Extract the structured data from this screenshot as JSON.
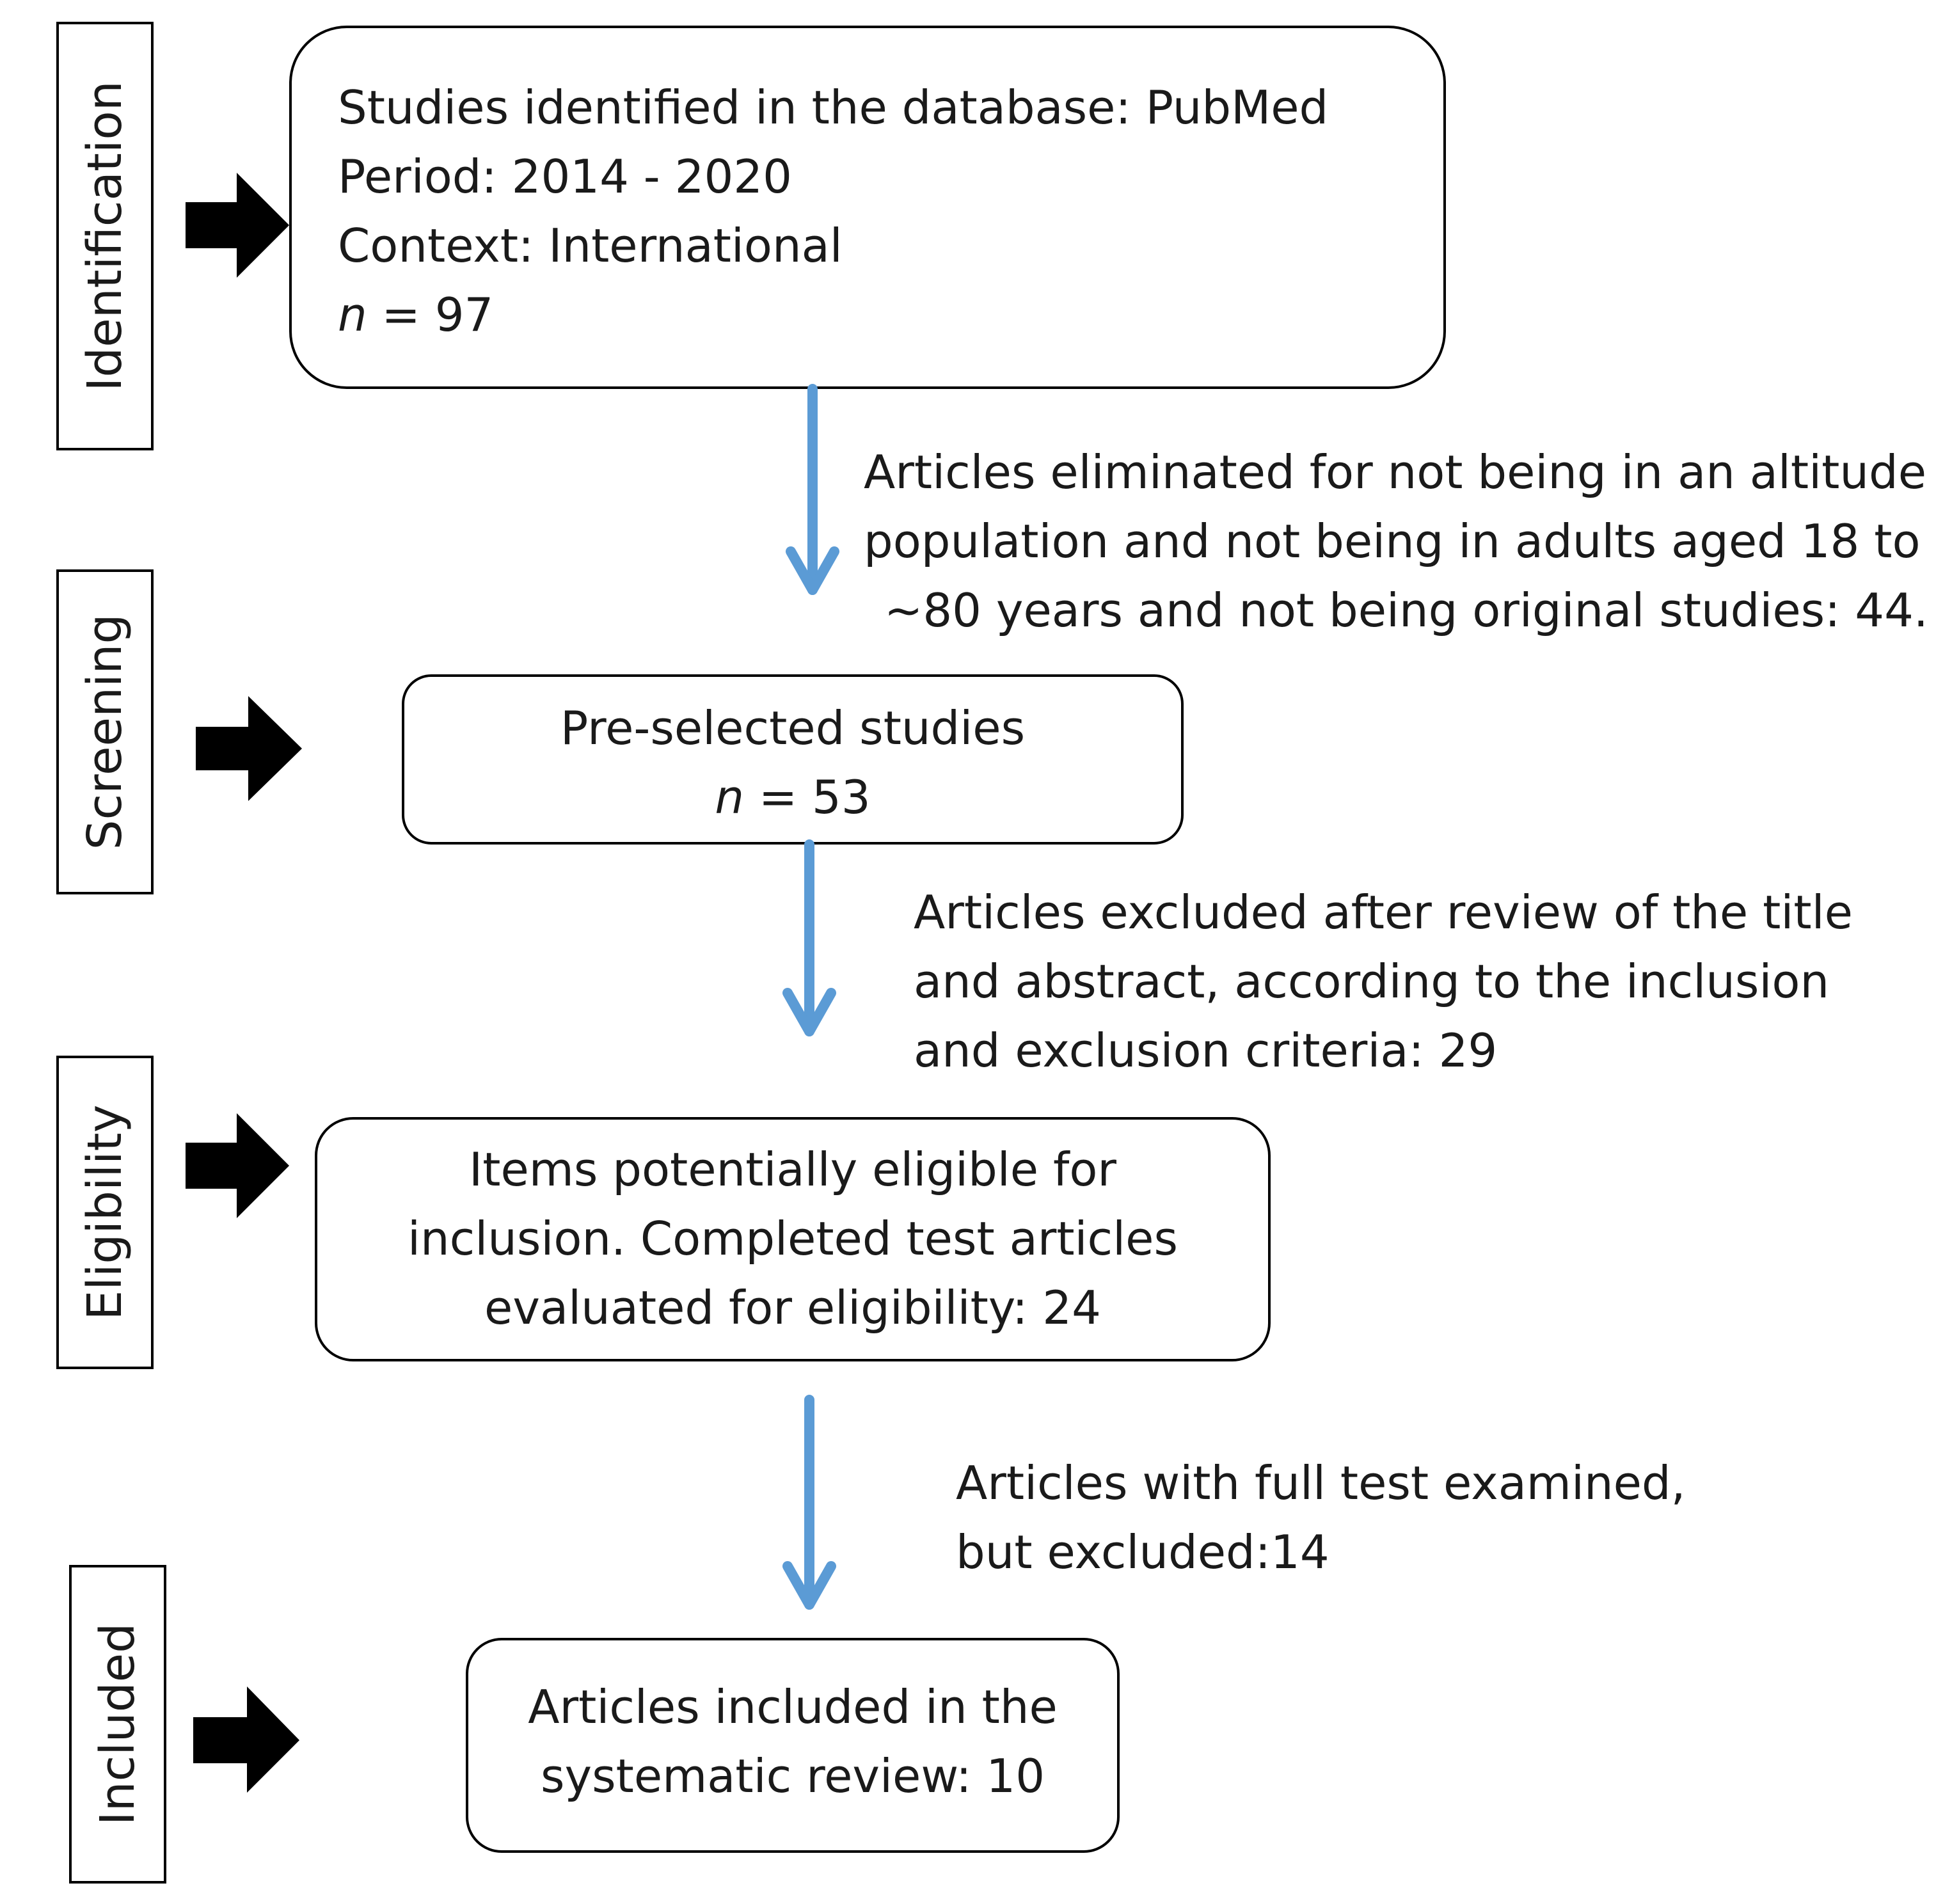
{
  "stages": {
    "identification": "Identification",
    "screening": "Screening",
    "eligibility": "Eligibility",
    "included": "Included"
  },
  "boxes": {
    "identification": {
      "line1": "Studies identified in the database: PubMed",
      "line2": "Period: 2014 - 2020",
      "line3": "Context: International",
      "n_symbol": "n",
      "n_value": " = 97"
    },
    "screening": {
      "line1": "Pre-selected studies",
      "n_symbol": "n",
      "n_value": " = 53"
    },
    "eligibility": {
      "line1": "Items potentially eligible for",
      "line2": "inclusion. Completed test articles",
      "line3": "evaluated for eligibility: 24"
    },
    "included": {
      "line1": "Articles included in the",
      "line2": "systematic review: 10"
    }
  },
  "notes": {
    "after_identification": {
      "line1": "Articles eliminated for not being in an altitude",
      "line2": "population and not being in adults aged 18 to",
      "line3": "~80 years and not being original studies: 44."
    },
    "after_screening": {
      "line1": "Articles excluded after review of the title",
      "line2": "and abstract, according to the inclusion",
      "line3": "and exclusion criteria: 29"
    },
    "after_eligibility": {
      "line1": "Articles with full test examined,",
      "line2": "but excluded:14"
    }
  },
  "colors": {
    "flow_arrow": "#5b9bd5",
    "stage_arrow": "#000000",
    "border": "#000000"
  }
}
